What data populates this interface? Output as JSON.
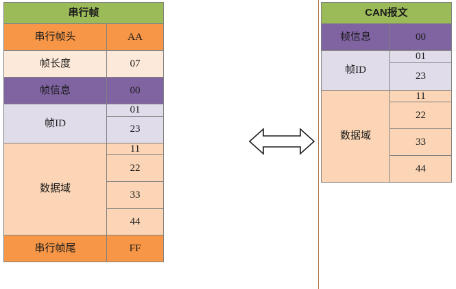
{
  "diagram": {
    "title_left": "串行帧",
    "title_right": "CAN报文",
    "arrow_icon": "double-headed-horizontal-arrow",
    "colors": {
      "header_green": "#9BBB59",
      "orange": "#F79646",
      "cream": "#FDE9D9",
      "purple": "#8064A2",
      "lavender": "#E0DCE9",
      "peach": "#FBD5B5",
      "border": "#808080",
      "rule": "#B07A4E"
    }
  },
  "serial_frame": {
    "header": "串行帧",
    "rows": [
      {
        "label": "串行帧头",
        "values": [
          "AA"
        ],
        "fill": "orange"
      },
      {
        "label": "帧长度",
        "values": [
          "07"
        ],
        "fill": "cream"
      },
      {
        "label": "帧信息",
        "values": [
          "00"
        ],
        "fill": "purple"
      },
      {
        "label": "帧ID",
        "values": [
          "01",
          "23"
        ],
        "fill": "lavender"
      },
      {
        "label": "数据域",
        "values": [
          "11",
          "22",
          "33",
          "44"
        ],
        "fill": "peach"
      },
      {
        "label": "串行帧尾",
        "values": [
          "FF"
        ],
        "fill": "orange"
      }
    ]
  },
  "can_message": {
    "header": "CAN报文",
    "rows": [
      {
        "label": "帧信息",
        "values": [
          "00"
        ],
        "fill": "purple"
      },
      {
        "label": "帧ID",
        "values": [
          "01",
          "23"
        ],
        "fill": "lavender"
      },
      {
        "label": "数据域",
        "values": [
          "11",
          "22",
          "33",
          "44"
        ],
        "fill": "peach"
      }
    ]
  }
}
